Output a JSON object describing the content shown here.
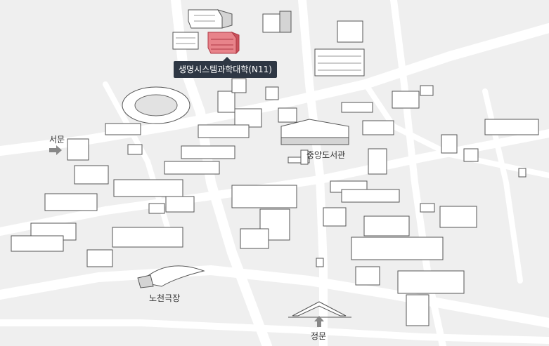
{
  "map": {
    "selected_building": "생명시스템과학대학(N11)",
    "labels": {
      "west_gate": "서문",
      "central_library": "중앙도서관",
      "open_theater": "노천극장",
      "main_gate": "정문"
    }
  },
  "colors": {
    "background": "#efefef",
    "road": "#ffffff",
    "highlight": "#e8838a",
    "callout_bg": "#2e3744"
  }
}
